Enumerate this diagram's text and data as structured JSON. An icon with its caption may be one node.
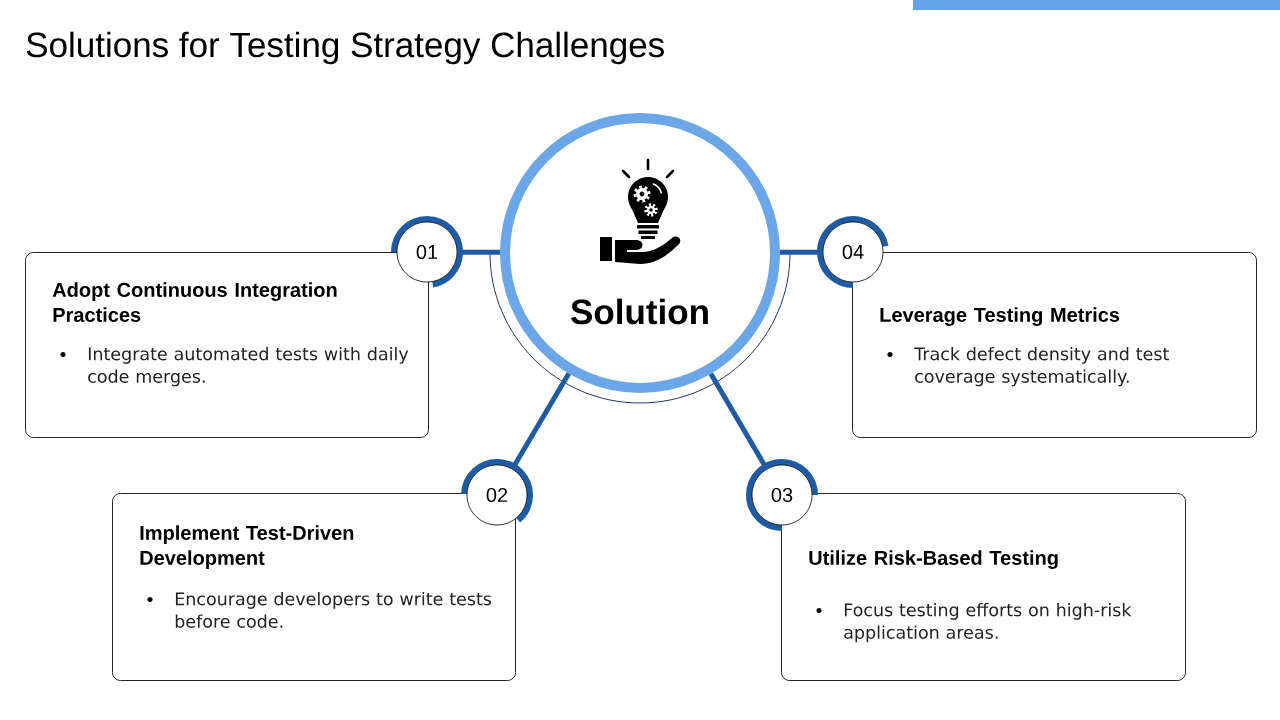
{
  "diagram": {
    "title": "Solutions for Testing Strategy Challenges",
    "nodes": [
      {
        "text": [
          "Solution"
        ]
      },
      {
        "text": [
          "01"
        ]
      },
      {
        "text": [
          "Adopt Continuous Integration Practices",
          "Integrate automated tests with daily code merges."
        ]
      },
      {
        "text": [
          "02"
        ]
      },
      {
        "text": [
          "Implement Test-Driven Development",
          "Encourage developers to write tests before code."
        ]
      },
      {
        "text": [
          "03"
        ]
      },
      {
        "text": [
          "Utilize Risk-Based Testing",
          "Focus testing efforts on high-risk application areas."
        ]
      },
      {
        "text": [
          "04"
        ]
      },
      {
        "text": [
          "Leverage Testing Metrics",
          "Track defect density and test coverage systematically."
        ]
      }
    ],
    "edges": [
      {
        "from": 0,
        "to": 1,
        "arrow": "none"
      },
      {
        "from": 0,
        "to": 3,
        "arrow": "none"
      },
      {
        "from": 0,
        "to": 5,
        "arrow": "none"
      },
      {
        "from": 0,
        "to": 7,
        "arrow": "none"
      }
    ]
  }
}
